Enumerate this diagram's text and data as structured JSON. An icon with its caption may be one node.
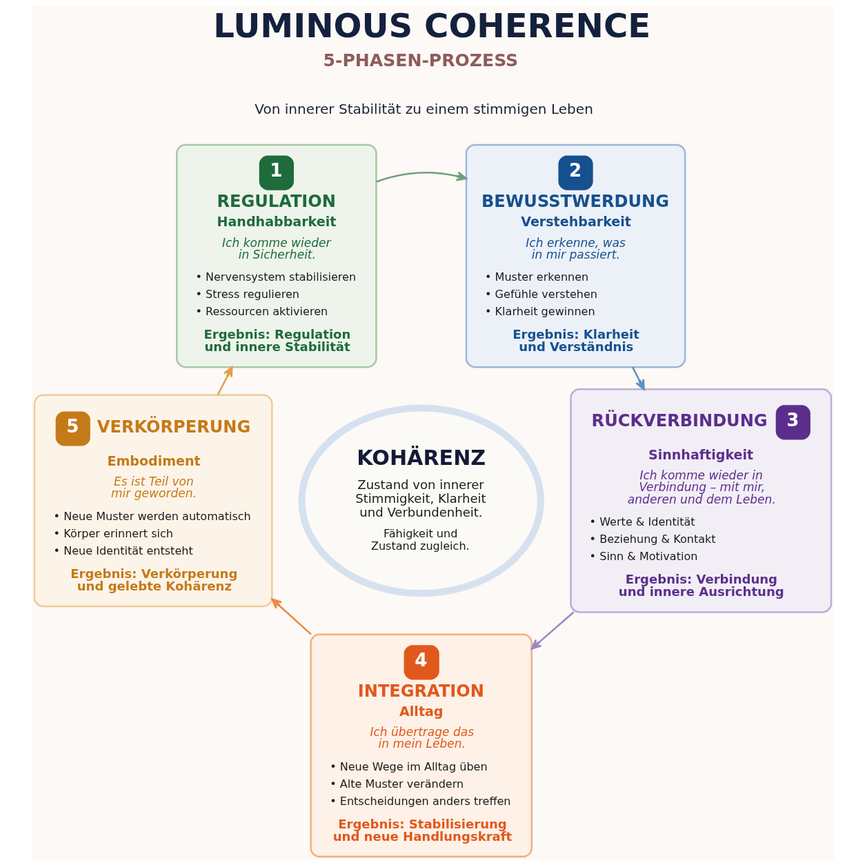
{
  "diagram": {
    "title": "LUMINOUS COHERENCE",
    "nodes": [
      {
        "text": [
          "1",
          "REGULATION",
          "Handhabbarkeit",
          "Ich komme wieder in Sicherheit.",
          "• Nervensystem stabilisieren",
          "• Stress regulieren",
          "• Ressourcen aktivieren",
          "Ergebnis: Regulation und innere Stabilität"
        ]
      },
      {
        "text": [
          "2",
          "BEWUSSTWERDUNG",
          "Verstehbarkeit",
          "Ich erkenne, was in mir passiert.",
          "• Muster erkennen",
          "• Gefühle verstehen",
          "• Klarheit gewinnen",
          "Ergebnis: Klarheit und Verständnis"
        ]
      },
      {
        "text": [
          "5",
          "VERKÖRPERUNG",
          "Embodiment",
          "Es ist Teil von mir geworden.",
          "• Neue Muster werden automatisch",
          "• Körper erinnert sich",
          "• Neue Identität entsteht",
          "Ergebnis: Verkörperung und gelebte Kohärenz"
        ]
      },
      {
        "text": [
          "KOHÄRENZ",
          "Zustand von innerer Stimmigkeit, Klarheit und Verbundenheit.",
          "Fähigkeit und Zustand zugleich."
        ]
      },
      {
        "text": [
          "3",
          "RÜCKVERBINDUNG",
          "Sinnhaftigkeit",
          "Ich komme wieder in Verbindung – mit mir, anderen und dem Leben.",
          "• Werte & Identität",
          "• Beziehung & Kontakt",
          "• Sinn & Motivation",
          "Ergebnis: Verbindung und innere Ausrichtung"
        ]
      },
      {
        "text": [
          "4",
          "INTEGRATION",
          "Alltag",
          "Ich übertrage das in mein Leben.",
          "• Neue Wege im Alltag üben",
          "• Alte Muster verändern",
          "• Entscheidungen anders treffen",
          "Ergebnis: Stabilisierung und neue Handlungskraft"
        ]
      }
    ],
    "edges": [
      {
        "from": 0,
        "to": 1,
        "arrow": "to",
        "color": "#6fa07a"
      },
      {
        "from": 1,
        "to": 4,
        "arrow": "to",
        "color": "#5f8fc4"
      },
      {
        "from": 4,
        "to": 5,
        "arrow": "to",
        "color": "#9d86c6"
      },
      {
        "from": 5,
        "to": 2,
        "arrow": "to",
        "color": "#ec8a44"
      },
      {
        "from": 2,
        "to": 0,
        "arrow": "to",
        "color": "#e0a04a"
      }
    ],
    "labels": [
      "5-PHASEN-PROZESS",
      "Von innerer Stabilität zu einem stimmigen Leben"
    ]
  }
}
